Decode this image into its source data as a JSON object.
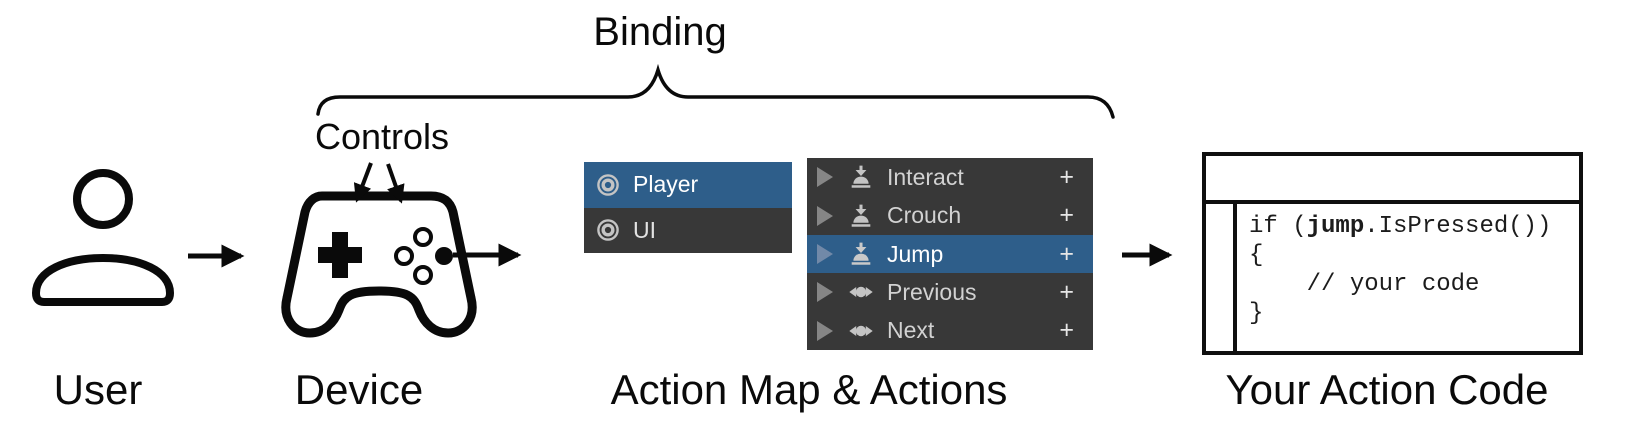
{
  "diagram_title": "Binding",
  "controls_label": "Controls",
  "stage_labels": {
    "user": "User",
    "device": "Device",
    "action_map": "Action Map & Actions",
    "action_code": "Your Action Code"
  },
  "action_map_panel": {
    "items": [
      {
        "label": "Player",
        "selected": true
      },
      {
        "label": "UI",
        "selected": false
      }
    ]
  },
  "actions_panel": {
    "add_button_label": "+",
    "items": [
      {
        "label": "Interact",
        "icon": "button-action-icon",
        "selected": false
      },
      {
        "label": "Crouch",
        "icon": "button-action-icon",
        "selected": false
      },
      {
        "label": "Jump",
        "icon": "button-action-icon",
        "selected": true
      },
      {
        "label": "Previous",
        "icon": "axis-action-icon",
        "selected": false
      },
      {
        "label": "Next",
        "icon": "axis-action-icon",
        "selected": false
      }
    ]
  },
  "code_panel": {
    "line1_prefix": "if (",
    "line1_variable": "jump",
    "line1_suffix": ".IsPressed())",
    "line2": "{",
    "line3": "    // your code",
    "line4": "}"
  },
  "colors": {
    "selection_blue": "#2e5e8a",
    "panel_dark": "#383838",
    "panel_text": "#d2d2d2",
    "selected_text": "#ffffff",
    "icon_gray": "#c4c4c4",
    "stroke_black": "#0a0a0a"
  }
}
